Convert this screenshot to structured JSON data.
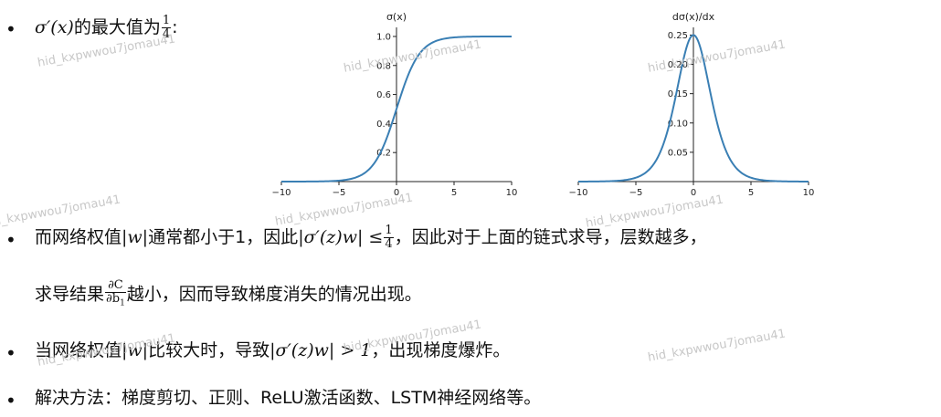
{
  "bullet_symbol": "•",
  "watermark_text": "hid_kxpwwou7jomau41",
  "line1": {
    "math": "σ′(x)",
    "text": "的最大值为",
    "frac_num": "1",
    "frac_den": "4",
    "suffix": ":"
  },
  "line2": {
    "t1": "而网络权值",
    "m1": "|w|",
    "t2": "通常都小于1，因此",
    "m2": "|σ′(z)w| ≤",
    "frac_num": "1",
    "frac_den": "4",
    "t3": "，因此对于上面的链式求导，层数越多，"
  },
  "line3": {
    "t1": "求导结果",
    "frac_num": "∂C",
    "frac_den": "∂b",
    "frac_den_sub": "1",
    "t2": "越小，因而导致梯度消失的情况出现。"
  },
  "line4": {
    "t1": "当网络权值",
    "m1": "|w|",
    "t2": "比较大时，导致",
    "m2": "|σ′(z)w| > 1",
    "t3": "，出现梯度爆炸。"
  },
  "line5": {
    "text": "解决方法：梯度剪切、正则、ReLU激活函数、LSTM神经网络等。"
  },
  "colors": {
    "curve": "#3a7fb4",
    "axis": "#222222"
  },
  "chart_data": [
    {
      "type": "line",
      "title": "σ(x)",
      "function": "sigmoid",
      "x_range": [
        -10,
        10
      ],
      "x_ticks": [
        -10,
        -5,
        0,
        5,
        10
      ],
      "y_ticks": [
        0.2,
        0.4,
        0.6,
        0.8,
        1.0
      ],
      "y_tick_labels": [
        "0.2",
        "0.4",
        "0.6",
        "0.8",
        "1.0"
      ],
      "ylim": [
        0,
        1.05
      ],
      "spines": "centered"
    },
    {
      "type": "line",
      "title": "dσ(x)/dx",
      "function": "sigmoid_derivative",
      "x_range": [
        -10,
        10
      ],
      "x_ticks": [
        -10,
        -5,
        0,
        5,
        10
      ],
      "y_ticks": [
        0.05,
        0.1,
        0.15,
        0.2,
        0.25
      ],
      "y_tick_labels": [
        "0.05",
        "0.10",
        "0.15",
        "0.20",
        "0.25"
      ],
      "ylim": [
        0,
        0.26
      ],
      "spines": "centered"
    }
  ]
}
